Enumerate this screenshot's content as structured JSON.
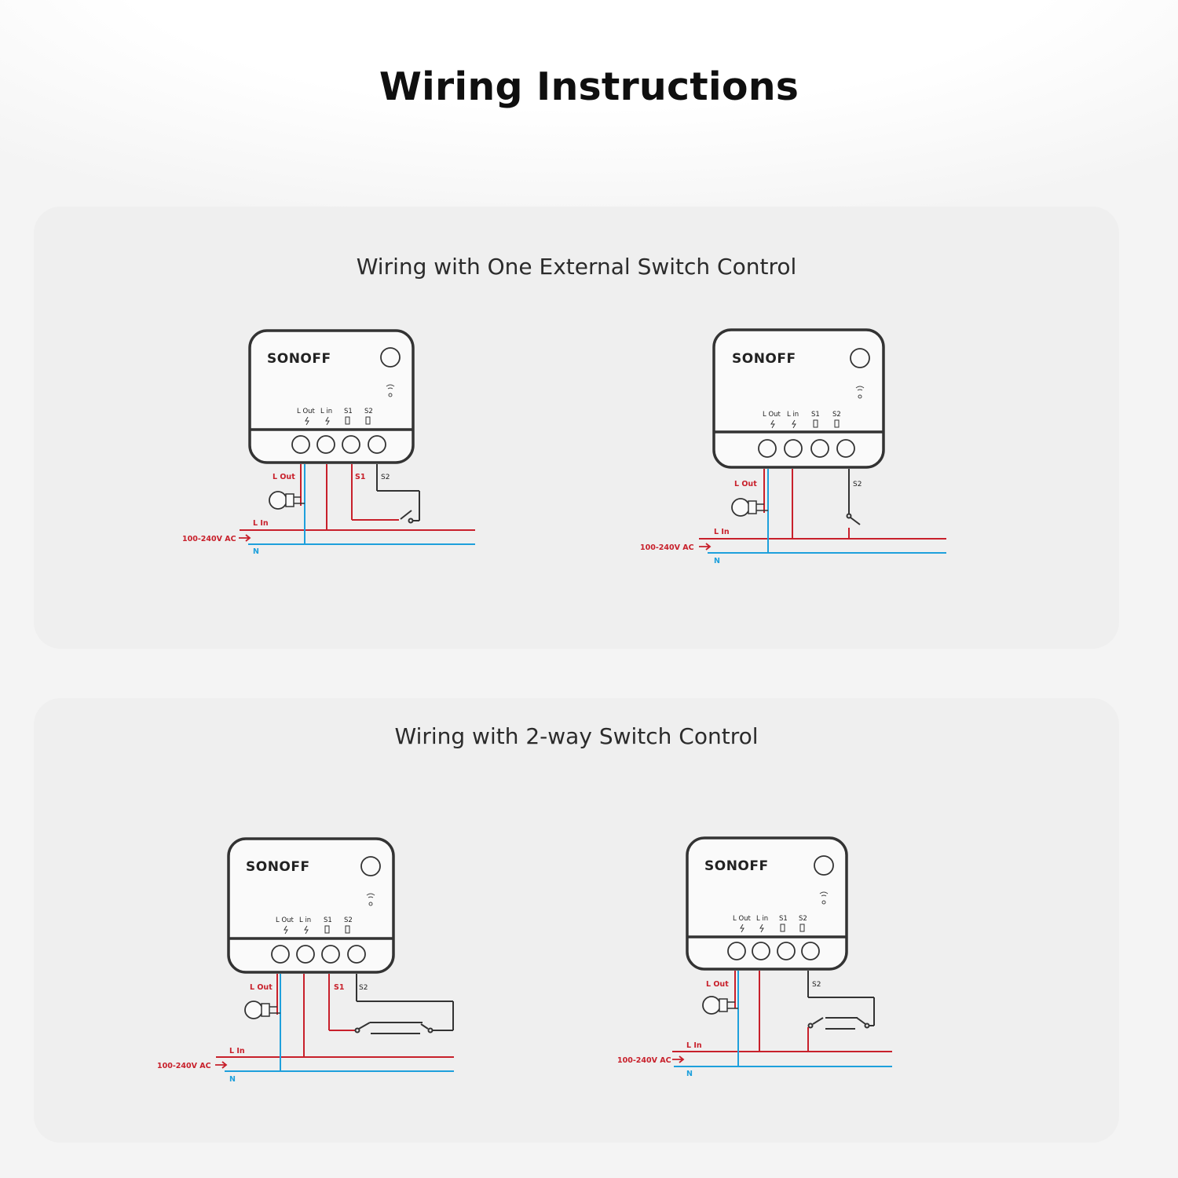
{
  "header": {
    "title": "Wiring Instructions"
  },
  "sections": [
    {
      "title": "Wiring with One External Switch Control",
      "diagrams": [
        {
          "brand": "SONOFF",
          "terminals": [
            "L Out",
            "L in",
            "S1",
            "S2"
          ],
          "wire_labels": {
            "lout": "L Out",
            "lin": "L In",
            "s1": "S1",
            "s2": "S2",
            "ac": "100-240V AC",
            "n": "N"
          }
        },
        {
          "brand": "SONOFF",
          "terminals": [
            "L Out",
            "L in",
            "S1",
            "S2"
          ],
          "wire_labels": {
            "lout": "L Out",
            "lin": "L In",
            "s2": "S2",
            "ac": "100-240V AC",
            "n": "N"
          }
        }
      ]
    },
    {
      "title": "Wiring with 2-way Switch Control",
      "diagrams": [
        {
          "brand": "SONOFF",
          "terminals": [
            "L Out",
            "L in",
            "S1",
            "S2"
          ],
          "wire_labels": {
            "lout": "L Out",
            "lin": "L In",
            "s1": "S1",
            "s2": "S2",
            "ac": "100-240V AC",
            "n": "N"
          }
        },
        {
          "brand": "SONOFF",
          "terminals": [
            "L Out",
            "L in",
            "S1",
            "S2"
          ],
          "wire_labels": {
            "lout": "L Out",
            "lin": "L In",
            "s2": "S2",
            "ac": "100-240V AC",
            "n": "N"
          }
        }
      ]
    }
  ],
  "colors": {
    "live": "#c8202b",
    "neutral": "#1ea0dc",
    "outline": "#333333"
  }
}
